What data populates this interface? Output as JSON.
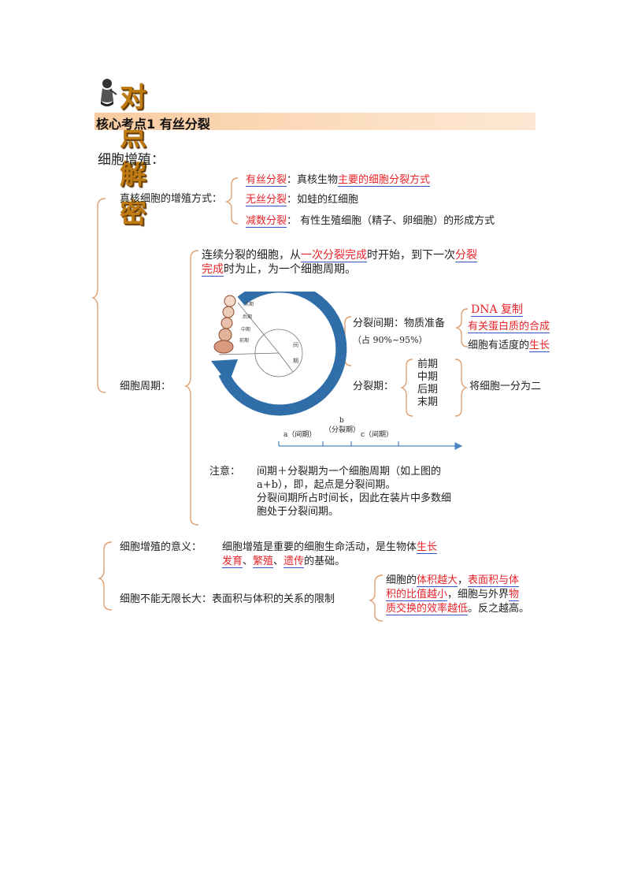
{
  "header": {
    "title": "对点解密"
  },
  "section": {
    "title": "核心考点1  有丝分裂"
  },
  "intro": {
    "heading": "细胞增殖："
  },
  "methods": {
    "label": "真核细胞的增殖方式：",
    "mitosis": {
      "name": "有丝分裂",
      "colon": "：真核生物",
      "key": "主要的细胞分裂方式"
    },
    "amitosis": {
      "name": "无丝分裂",
      "desc": "：如蛙的红细胞"
    },
    "meiosis": {
      "name": "减数分裂",
      "desc": "：  有性生殖细胞（精子、卵细胞）的形成方式"
    }
  },
  "cycle": {
    "label": "细胞周期：",
    "def_a": "连续分裂的细胞，从",
    "def_b": "一次分裂完成",
    "def_c": "时开始，到下一次",
    "def_d": "分裂",
    "def_e": "完成",
    "def_f": "时为止，为一个细胞周期。",
    "interphase": {
      "label": "分裂间期：物质准备",
      "percent": "（占 90%~95%）",
      "items": [
        {
          "text": "DNA 复制"
        },
        {
          "text": "有关蛋白质的合成"
        },
        {
          "pre": "细胞有适度的",
          "key": "生长"
        }
      ]
    },
    "division": {
      "label": "分裂期：",
      "phases": [
        "前期",
        "中期",
        "后期",
        "末期"
      ],
      "result": "将细胞一分为二"
    },
    "diagram": {
      "inner_labels": [
        "间",
        "期"
      ],
      "wedge_labels": [
        "末期",
        "后期",
        "中期",
        "前期"
      ]
    },
    "timeline": {
      "a": "a（间期）",
      "b": "b",
      "b_sub": "（分裂期）",
      "c": "c（间期）"
    },
    "note": {
      "label": "注意：",
      "lines": [
        "间期＋分裂期为一个细胞周期（如上图的",
        "a+b），即，起点是分裂间期。",
        "分裂间期所占时间长，因此在装片中多数细",
        "胞处于分裂间期。"
      ]
    }
  },
  "significance": {
    "label": "细胞增殖的意义：",
    "a": "细胞增殖是重要的细胞生命活动，是生物体",
    "b": "生长",
    "c": "发育",
    "d": "、",
    "e": "繁殖",
    "f": "、",
    "g": "遗传",
    "h": "的基础。"
  },
  "limit": {
    "label": "细胞不能无限长大：表面积与体积的关系的限制",
    "a": "细胞的",
    "b": "体积越大",
    "c": "，",
    "d": "表面积与体",
    "e": "积的比值越小",
    "f": "，细胞与外界",
    "g": "物",
    "h": "质交换的效率越低",
    "i": "。反之越高。"
  },
  "colors": {
    "accent_red": "#e8232a",
    "underline_blue": "#3a53c9",
    "cycle_blue": "#2f6ea8",
    "bracket": "#e0a070"
  }
}
